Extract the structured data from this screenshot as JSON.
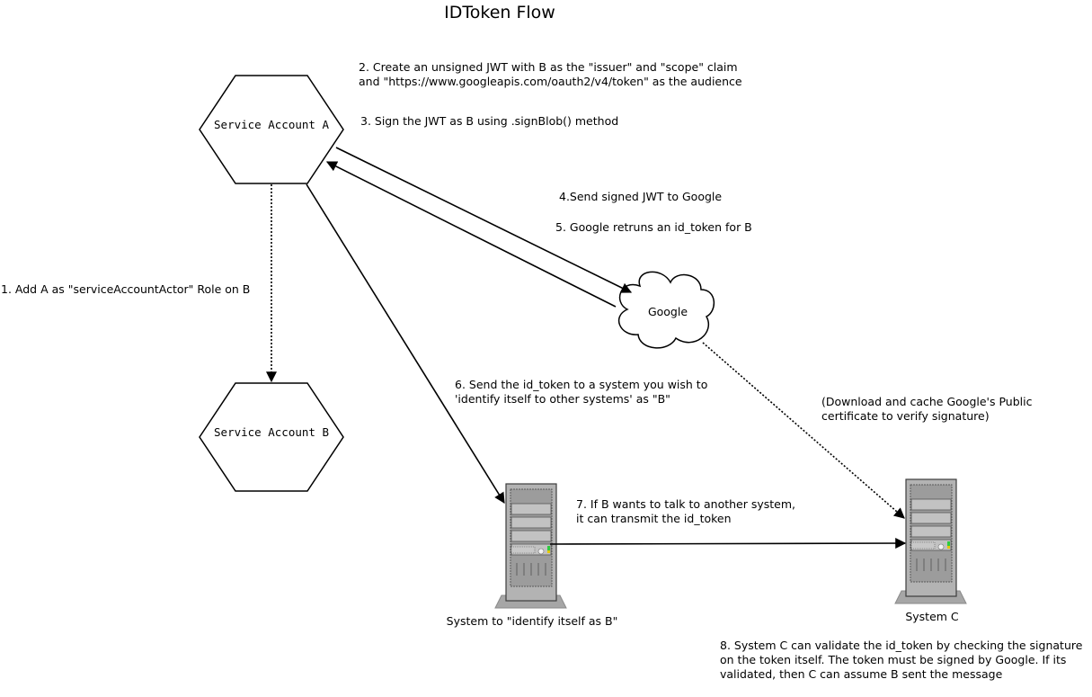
{
  "title": "IDToken Flow",
  "nodes": {
    "service_account_a": "Service Account A",
    "service_account_b": "Service Account B",
    "google": "Google",
    "system_b": "System to \"identify itself as B\"",
    "system_c": "System C"
  },
  "steps": {
    "step1": "1. Add A as \"serviceAccountActor\" Role on B",
    "step2_line1": "2. Create an unsigned JWT with B as the \"issuer\" and \"scope\" claim",
    "step2_line2": "and \"https://www.googleapis.com/oauth2/v4/token\" as the audience",
    "step3": "3. Sign the JWT as B using .signBlob() method",
    "step4": "4.Send signed JWT to Google",
    "step5": "5. Google retruns an id_token for B",
    "step6_line1": "6. Send the id_token to a system you wish to",
    "step6_line2": "'identify itself to other systems' as \"B\"",
    "download_line1": "(Download and cache Google's Public",
    "download_line2": "certificate to verify signature)",
    "step7_line1": "7. If B wants to talk to another system,",
    "step7_line2": "it can transmit the id_token",
    "step8_line1": "8. System C can validate the id_token by checking the signature",
    "step8_line2": "on the token itself.  The token must be signed by Google.    If its",
    "step8_line3": "validated, then C can assume B sent the message"
  }
}
